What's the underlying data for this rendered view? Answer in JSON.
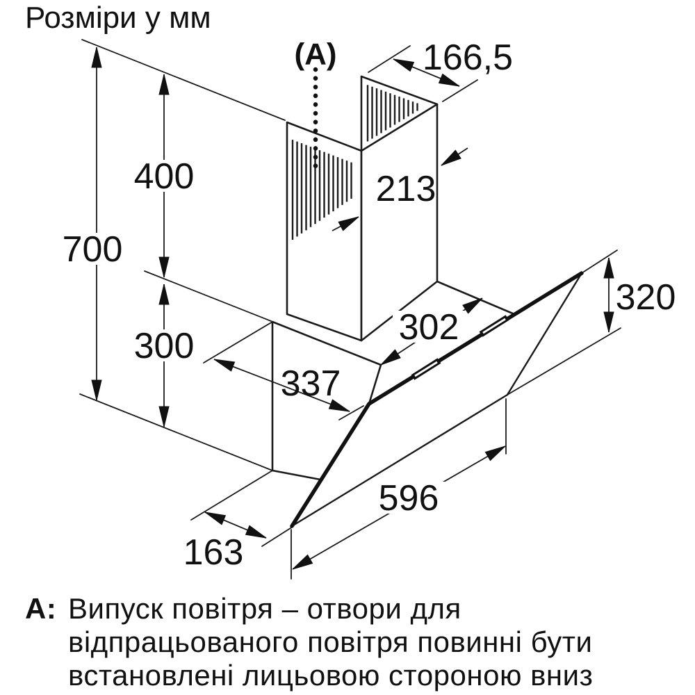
{
  "page": {
    "title": "Розміри у мм"
  },
  "diagram": {
    "callout_a": "(A)",
    "dims": {
      "total_height": "700",
      "chimney_height": "400",
      "body_height": "300",
      "chimney_depth": "166,5",
      "chimney_width": "213",
      "top_width": "302",
      "body_depth": "337",
      "glass_height": "320",
      "glass_width": "596",
      "bottom_depth": "163"
    }
  },
  "note": {
    "prefix": "A:",
    "line1": "Випуск повітря – отвори для",
    "line2": "відпрацьованого повітря повинні бути",
    "line3": "встановлені лицьовою стороною вниз"
  }
}
